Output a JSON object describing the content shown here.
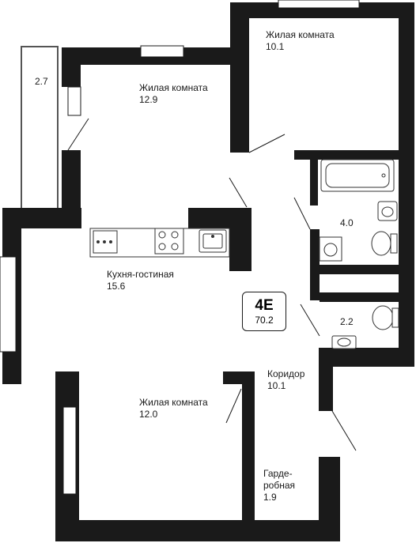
{
  "plan": {
    "badge": {
      "code": "4Е",
      "area": "70.2"
    },
    "rooms": [
      {
        "id": "living-1",
        "name": "Жилая комната",
        "area": "10.1"
      },
      {
        "id": "living-2",
        "name": "Жилая комната",
        "area": "12.9"
      },
      {
        "id": "balcony",
        "name": "",
        "area": "2.7"
      },
      {
        "id": "kitchen",
        "name": "Кухня-гостиная",
        "area": "15.6"
      },
      {
        "id": "bathroom",
        "name": "",
        "area": "4.0"
      },
      {
        "id": "toilet",
        "name": "",
        "area": "2.2"
      },
      {
        "id": "corridor",
        "name": "Коридор",
        "area": "10.1"
      },
      {
        "id": "living-3",
        "name": "Жилая комната",
        "area": "12.0"
      },
      {
        "id": "wardrobe",
        "name": "Гарде-",
        "name2": "робная",
        "area": "1.9"
      }
    ],
    "colors": {
      "wall": "#1a1a1a",
      "fixture": "#333333",
      "window": "#ffffff"
    }
  }
}
